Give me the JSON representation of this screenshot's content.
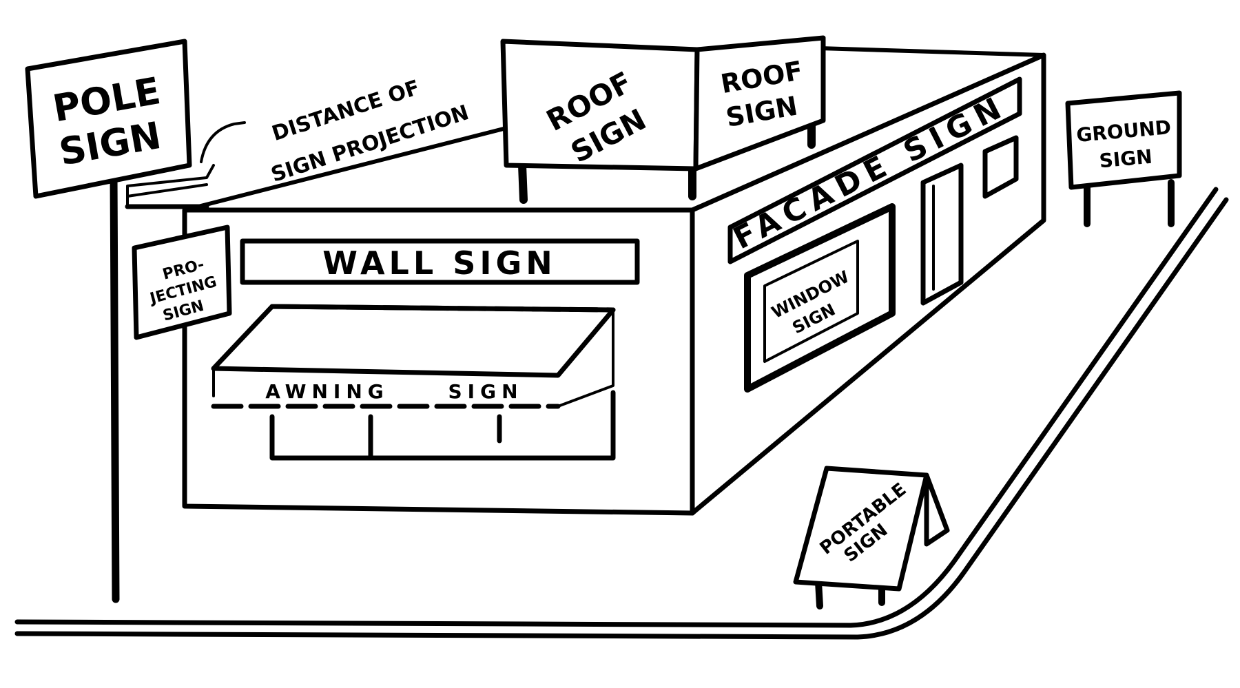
{
  "colors": {
    "ink": "#000000",
    "paper": "#ffffff"
  },
  "labels": {
    "pole_sign_line1": "POLE",
    "pole_sign_line2": "SIGN",
    "distance_line1": "DISTANCE OF",
    "distance_line2": "SIGN PROJECTION",
    "projecting_line1": "PRO-",
    "projecting_line2": "JECTING",
    "projecting_line3": "SIGN",
    "roof_sign_left_line1": "ROOF",
    "roof_sign_left_line2": "SIGN",
    "roof_sign_right_line1": "ROOF",
    "roof_sign_right_line2": "SIGN",
    "wall_sign": "WALL SIGN",
    "awning_sign_word1": "AWNING",
    "awning_sign_word2": "SIGN",
    "facade_sign": "FACADE SIGN",
    "window_sign_line1": "WINDOW",
    "window_sign_line2": "SIGN",
    "ground_sign_line1": "GROUND",
    "ground_sign_line2": "SIGN",
    "portable_sign_line1": "PORTABLE",
    "portable_sign_line2": "SIGN"
  }
}
